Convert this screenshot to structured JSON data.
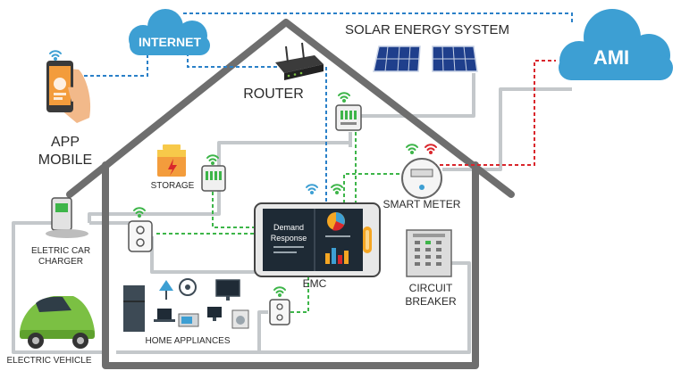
{
  "clouds": {
    "internet": "INTERNET",
    "ami": "AMI"
  },
  "labels": {
    "solar": "SOLAR ENERGY SYSTEM",
    "router": "ROUTER",
    "app_line1": "APP",
    "app_line2": "MOBILE",
    "storage": "STORAGE",
    "charger_line1": "ELETRIC CAR",
    "charger_line2": "CHARGER",
    "vehicle": "ELECTRIC VEHICLE",
    "smart_meter": "SMART METER",
    "circuit_line1": "CIRCUIT",
    "circuit_line2": "BREAKER",
    "emc": "EMC",
    "home_appliances": "HOME APPLIANCES"
  },
  "emc_screen": {
    "line1": "Demand",
    "line2": "Response"
  },
  "colors": {
    "cloud": "#3d9fd3",
    "house": "#6e6e6e",
    "power_line": "#c4c8cb",
    "data_blue": "#2a80c8",
    "data_green": "#3db549",
    "data_red": "#d9262c",
    "car": "#7bc043",
    "emc_orange": "#f5a623"
  }
}
